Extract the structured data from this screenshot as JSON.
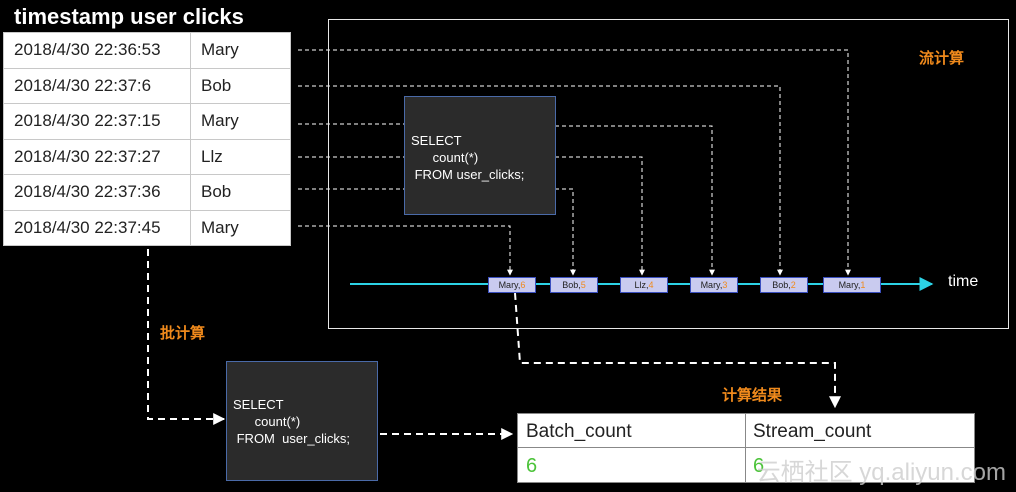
{
  "table": {
    "title": "timestamp user clicks",
    "rows": [
      {
        "timestamp": "2018/4/30 22:36:53",
        "user": "Mary"
      },
      {
        "timestamp": "2018/4/30 22:37:6",
        "user": "Bob"
      },
      {
        "timestamp": "2018/4/30 22:37:15",
        "user": "Mary"
      },
      {
        "timestamp": "2018/4/30 22:37:27",
        "user": "Llz"
      },
      {
        "timestamp": "2018/4/30 22:37:36",
        "user": "Bob"
      },
      {
        "timestamp": "2018/4/30 22:37:45",
        "user": "Mary"
      }
    ]
  },
  "stream": {
    "label": "流计算",
    "sql": "SELECT\n      count(*)\n FROM user_clicks;",
    "axis_label": "time",
    "events": [
      {
        "user": "Mary,",
        "count": "6"
      },
      {
        "user": "Bob,",
        "count": "5"
      },
      {
        "user": "Llz,",
        "count": "4"
      },
      {
        "user": "Mary,",
        "count": "3"
      },
      {
        "user": "Bob,",
        "count": "2"
      },
      {
        "user": "Mary,",
        "count": "1"
      }
    ]
  },
  "batch": {
    "label": "批计算",
    "sql": "SELECT\n      count(*)\n FROM  user_clicks;"
  },
  "result": {
    "label": "计算结果",
    "headers": [
      "Batch_count",
      "Stream_count"
    ],
    "values": [
      "6",
      "6"
    ]
  },
  "watermark": "云栖社区 yq.aliyun.com",
  "colors": {
    "accent_orange": "#f08a1c",
    "timeline_cyan": "#2cd3e6",
    "result_green": "#4cc33a"
  }
}
